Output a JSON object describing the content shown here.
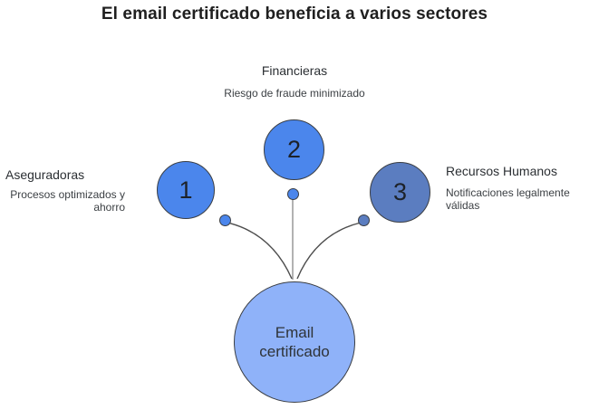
{
  "title": "El email certificado beneficia a varios sectores",
  "center": {
    "label": "Email certificado"
  },
  "sectors": [
    {
      "number": "1",
      "name": "Aseguradoras",
      "benefit": "Procesos optimizados y ahorro"
    },
    {
      "number": "2",
      "name": "Financieras",
      "benefit": "Riesgo de fraude minimizado"
    },
    {
      "number": "3",
      "name": "Recursos Humanos",
      "benefit": "Notificaciones legalmente válidas"
    }
  ],
  "colors": {
    "node_primary": "#4b86ec",
    "node_accent": "#5b7dc0",
    "center_node": "#8fb2f9",
    "outline": "#3a3e44",
    "connector_curve": "#4d4d4d",
    "connector_vertical": "#9e9e9e",
    "title_text": "#1f1f1f"
  }
}
